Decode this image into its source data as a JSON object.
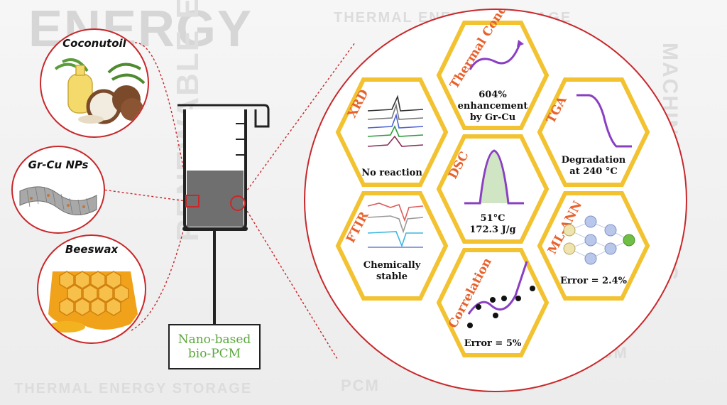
{
  "background_words": [
    "ENERGY",
    "RENEWABLE ENERGY",
    "THERMAL ENERGY STORAGE",
    "MACHINE LEARNING",
    "PCM",
    "THERMAL ENERGY STORAGE",
    "PCM"
  ],
  "ingredients": [
    {
      "label": "Coconutoil"
    },
    {
      "label": "Gr-Cu NPs"
    },
    {
      "label": "Beeswax"
    }
  ],
  "product": {
    "line1": "Nano-based",
    "line2": "bio-PCM"
  },
  "characterizations": [
    {
      "title": "XRD",
      "caption": "No reaction"
    },
    {
      "title": "Thermal Cond.",
      "caption_lines": [
        "604%",
        "enhancement",
        "by Gr-Cu"
      ]
    },
    {
      "title": "TGA",
      "caption_lines": [
        "Degradation",
        "at 240 °C"
      ]
    },
    {
      "title": "DSC",
      "caption_lines": [
        "51°C",
        "172.3 J/g"
      ]
    },
    {
      "title": "FTIR",
      "caption_lines": [
        "Chemically",
        "stable"
      ]
    },
    {
      "title": "ML-ANN",
      "caption": "Error = 2.4%"
    },
    {
      "title": "Correlation",
      "caption": "Error = 5%"
    }
  ],
  "colors": {
    "accent_red": "#c8282b",
    "hex_border": "#f2c230",
    "title_orange": "#e8612c",
    "product_green": "#5aa83c",
    "curve_purple": "#8a3fc3"
  }
}
